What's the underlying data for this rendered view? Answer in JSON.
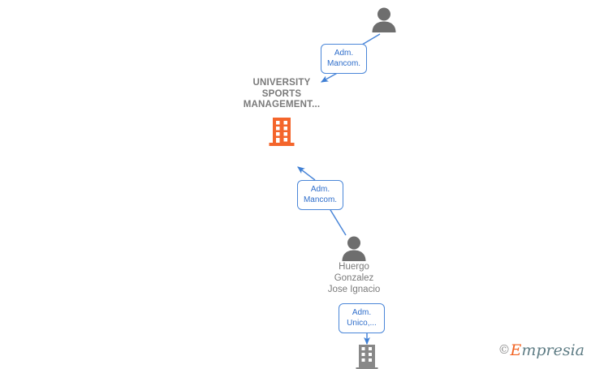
{
  "graph": {
    "company": {
      "name_lines": [
        "UNIVERSITY",
        "SPORTS",
        "MANAGEMENT..."
      ],
      "icon": "building-icon",
      "color": "#f4652b"
    },
    "top_person": {
      "name": "",
      "icon": "person-icon",
      "color": "#6e6e6e"
    },
    "bottom_person": {
      "name_lines": [
        "Huergo",
        "Gonzalez",
        "Jose Ignacio"
      ],
      "icon": "person-icon",
      "color": "#6e6e6e"
    },
    "bottom_company": {
      "name": "",
      "icon": "building-icon",
      "color": "#888888"
    },
    "relations": [
      {
        "id": "rel-top",
        "lines": [
          "Adm.",
          "Mancom."
        ],
        "from": "top_person",
        "to": "company",
        "color": "#4a86d8"
      },
      {
        "id": "rel-middle",
        "lines": [
          "Adm.",
          "Mancom."
        ],
        "from": "bottom_person",
        "to": "company",
        "color": "#4a86d8"
      },
      {
        "id": "rel-bottom",
        "lines": [
          "Adm.",
          "Unico,..."
        ],
        "from": "bottom_person",
        "to": "bottom_company",
        "color": "#4a86d8"
      }
    ]
  },
  "watermark": {
    "copyright": "©",
    "brand_initial": "E",
    "brand_rest": "mpresia"
  }
}
